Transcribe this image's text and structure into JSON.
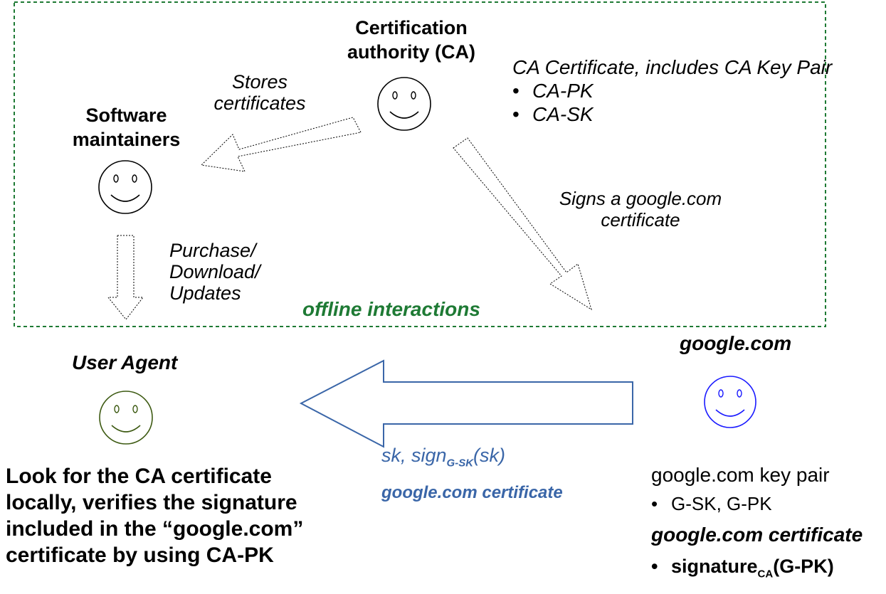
{
  "diagram": {
    "offline_label": "offline interactions",
    "ca": {
      "title_line1": "Certification",
      "title_line2": "authority (CA)",
      "cert_heading": "CA Certificate, includes CA Key Pair",
      "keys": [
        "CA-PK",
        "CA-SK"
      ]
    },
    "maintainers": {
      "title_line1": "Software",
      "title_line2": "maintainers"
    },
    "labels": {
      "stores_line1": "Stores",
      "stores_line2": "certificates",
      "signs_line1": "Signs a google.com",
      "signs_line2": "certificate",
      "purchase_line1": "Purchase/",
      "purchase_line2": "Download/",
      "purchase_line3": "Updates"
    },
    "user_agent": {
      "title": "User Agent",
      "desc_line1": "Look for the CA certificate",
      "desc_line2": "locally, verifies the signature",
      "desc_line3": "included in the “google.com”",
      "desc_line4": "certificate by using CA-PK"
    },
    "message": {
      "sk_prefix": "sk, sign",
      "sk_sub": "G-SK",
      "sk_suffix": "(sk)",
      "cert_label": "google.com certificate"
    },
    "google": {
      "title": "google.com",
      "keypair_heading": "google.com key pair",
      "keypair_item": "G-SK, G-PK",
      "cert_heading": "google.com certificate",
      "sig_prefix": "signature",
      "sig_sub": "CA",
      "sig_suffix": "(G-PK)"
    },
    "colors": {
      "offline_box": "#1e7a34",
      "user_agent_face": "#3d5a12",
      "google_face": "#1a1aff",
      "message_arrow": "#3a66a8"
    }
  }
}
